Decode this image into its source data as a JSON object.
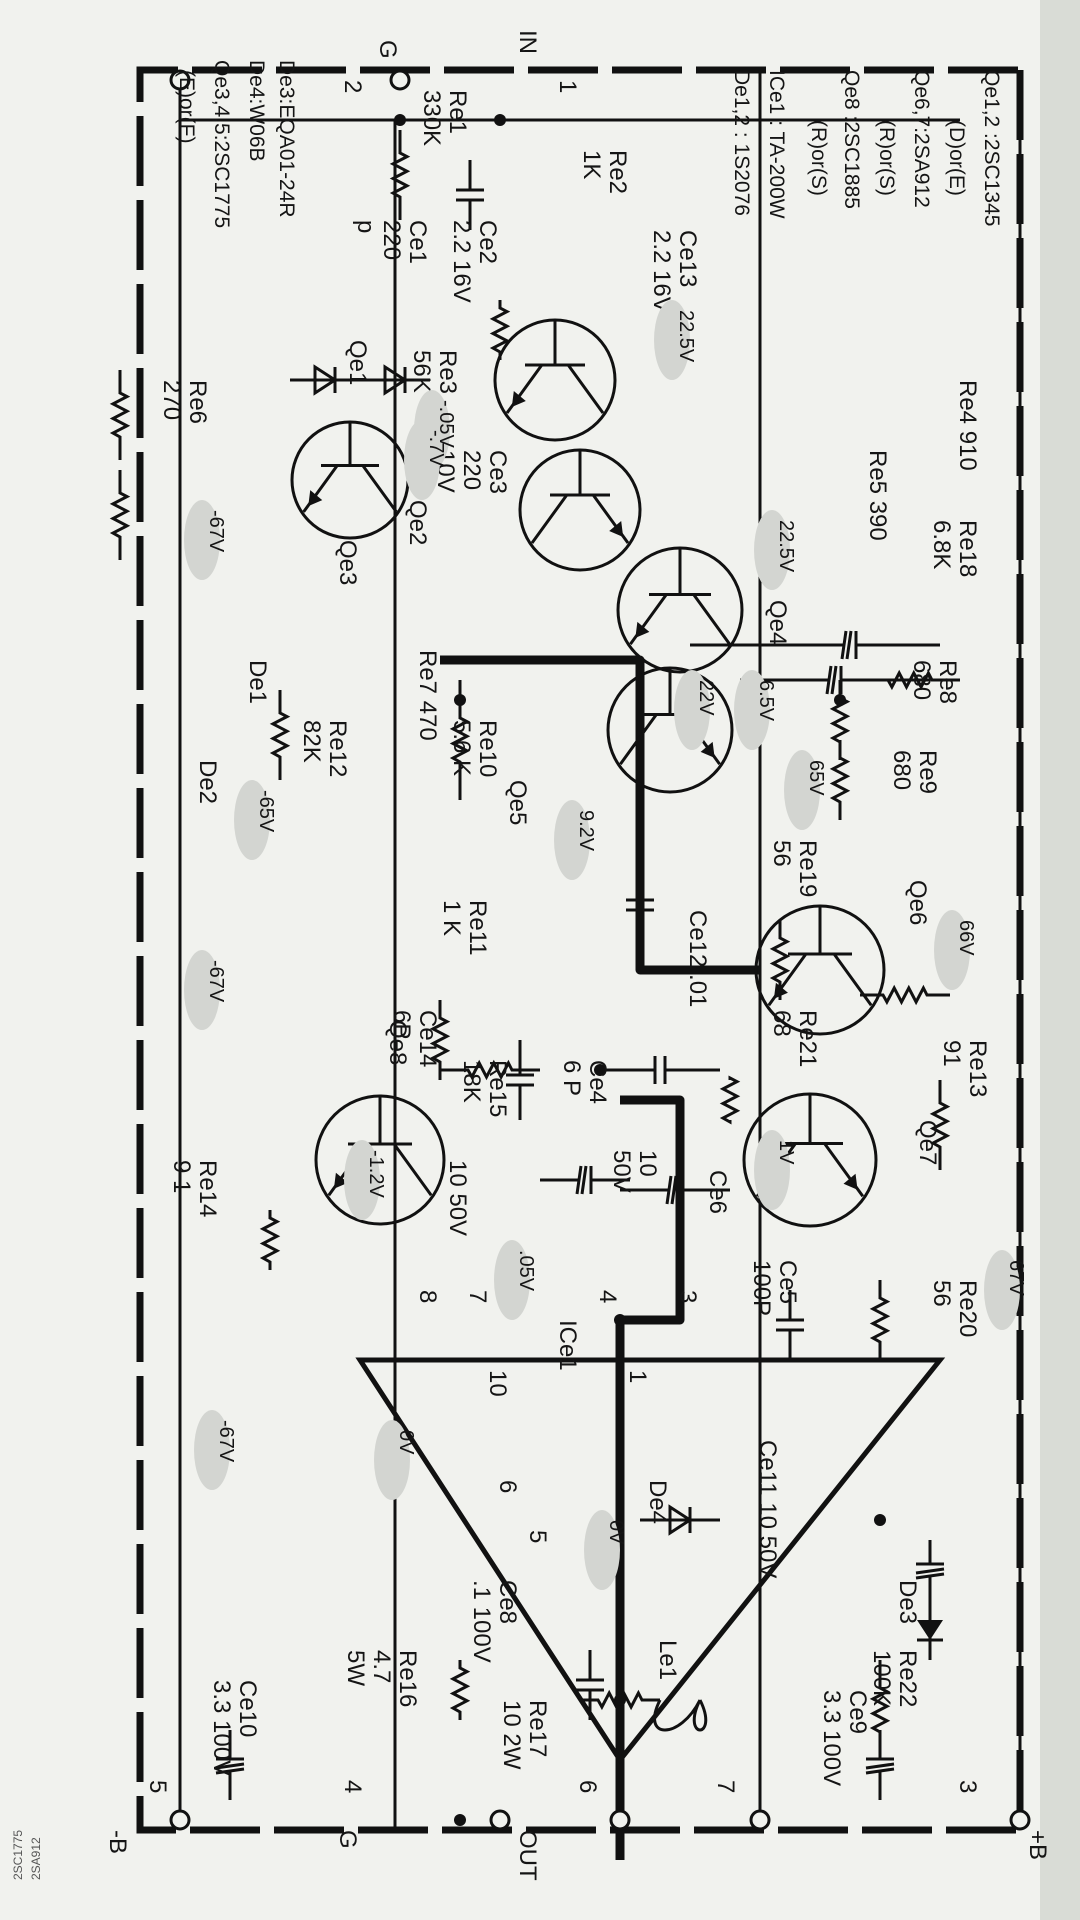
{
  "title": "",
  "notes": [
    "Qe1,2 :2SC1345",
    "(D)or(E)",
    "Qe6,7:2SA912",
    "(R)or(S)",
    "Qe8 :2SC1885",
    "(R)or(S)",
    "ICe1 : TA-200W",
    "De1,2 : 1S2076",
    "De3:EQA01-24R",
    "De4:W06B",
    "Qe3,4,5:2SC1775",
    "(E)or(F)"
  ],
  "corner_text": [
    "2SA912",
    "2SC1775"
  ],
  "terminals": [
    {
      "id": "t_in",
      "num": "1",
      "label": "IN"
    },
    {
      "id": "t_g",
      "num": "2",
      "label": "G"
    },
    {
      "id": "t_pb",
      "num": "3",
      "label": "+B"
    },
    {
      "id": "t_g2",
      "num": "4",
      "label": "G"
    },
    {
      "id": "t_mb",
      "num": "5",
      "label": "-B"
    },
    {
      "id": "t_out",
      "num": "6",
      "label": "OUT"
    },
    {
      "id": "t_7",
      "num": "7",
      "label": ""
    }
  ],
  "components": [
    {
      "id": "Re1",
      "lines": [
        "Re1",
        "330K"
      ]
    },
    {
      "id": "Re2",
      "lines": [
        "Re2",
        "1K"
      ]
    },
    {
      "id": "Ce1",
      "lines": [
        "Ce1",
        "220",
        "p"
      ]
    },
    {
      "id": "Ce2",
      "lines": [
        "Ce2",
        "2.2 16V"
      ]
    },
    {
      "id": "Ce13",
      "lines": [
        "Ce13",
        "2.2 16V"
      ]
    },
    {
      "id": "Re3",
      "lines": [
        "Re3",
        "56K"
      ]
    },
    {
      "id": "Re4",
      "lines": [
        "Re4  910"
      ]
    },
    {
      "id": "Re5",
      "lines": [
        "Re5  390"
      ]
    },
    {
      "id": "Re18",
      "lines": [
        "Re18",
        "6.8K"
      ]
    },
    {
      "id": "Re6",
      "lines": [
        "Re6",
        "270"
      ]
    },
    {
      "id": "Ce3",
      "lines": [
        "Ce3",
        "220",
        "10V"
      ]
    },
    {
      "id": "Re7",
      "lines": [
        "Re7  470"
      ]
    },
    {
      "id": "Re8",
      "lines": [
        "Re8",
        "680"
      ]
    },
    {
      "id": "Re9",
      "lines": [
        "Re9",
        "680"
      ]
    },
    {
      "id": "Re12",
      "lines": [
        "Re12",
        "82K"
      ]
    },
    {
      "id": "Re10",
      "lines": [
        "Re10",
        "5.6 K"
      ]
    },
    {
      "id": "Re19",
      "lines": [
        "Re19",
        "56"
      ]
    },
    {
      "id": "Ce12",
      "lines": [
        "Ce12  .01"
      ]
    },
    {
      "id": "Re11",
      "lines": [
        "Re11",
        "1 K"
      ]
    },
    {
      "id": "Ce14",
      "lines": [
        "Ce14",
        "6P"
      ]
    },
    {
      "id": "Re15",
      "lines": [
        "Re15",
        "18K"
      ]
    },
    {
      "id": "Ce4",
      "lines": [
        "Ce4",
        "6 P"
      ]
    },
    {
      "id": "Re21",
      "lines": [
        "Re21",
        "68"
      ]
    },
    {
      "id": "Re13",
      "lines": [
        "Re13",
        "91"
      ]
    },
    {
      "id": "Re14",
      "lines": [
        "Re14",
        "9 1"
      ]
    },
    {
      "id": "Ce6",
      "lines": [
        "Ce6"
      ]
    },
    {
      "id": "Ce7",
      "lines": [
        "10",
        "50V"
      ]
    },
    {
      "id": "Ce15",
      "lines": [
        "10 50V"
      ]
    },
    {
      "id": "Ce5",
      "lines": [
        "Ce5",
        "100P"
      ]
    },
    {
      "id": "Re20",
      "lines": [
        "Re20",
        "56"
      ]
    },
    {
      "id": "Ce11",
      "lines": [
        "Ce11  10   50V"
      ]
    },
    {
      "id": "De3",
      "lines": [
        "De3"
      ]
    },
    {
      "id": "Re22",
      "lines": [
        "Re22",
        "100K"
      ]
    },
    {
      "id": "Ce9",
      "lines": [
        "Ce9",
        "3.3   100V"
      ]
    },
    {
      "id": "Ce8",
      "lines": [
        "Ce8",
        ".1 100V"
      ]
    },
    {
      "id": "Re16",
      "lines": [
        "Re16",
        "4.7",
        "5W"
      ]
    },
    {
      "id": "Re17",
      "lines": [
        "Re17",
        "10 2W"
      ]
    },
    {
      "id": "Le1",
      "lines": [
        "Le1"
      ]
    },
    {
      "id": "De4",
      "lines": [
        "De4"
      ]
    },
    {
      "id": "Ce10",
      "lines": [
        "Ce10",
        "3.3  100V"
      ]
    },
    {
      "id": "De1",
      "lines": [
        "De1"
      ]
    },
    {
      "id": "De2",
      "lines": [
        "De2"
      ]
    }
  ],
  "transistors": [
    {
      "id": "Qe1",
      "label": "Qe1"
    },
    {
      "id": "Qe2",
      "label": "Qe2"
    },
    {
      "id": "Qe3",
      "label": "Qe3"
    },
    {
      "id": "Qe4",
      "label": "Qe4"
    },
    {
      "id": "Qe5",
      "label": "Qe5"
    },
    {
      "id": "Qe6",
      "label": "Qe6"
    },
    {
      "id": "Qe7",
      "label": "Qe7"
    },
    {
      "id": "Qe8",
      "label": "Qe8"
    }
  ],
  "ic": {
    "label": "ICe1",
    "pins": [
      "8",
      "7",
      "4",
      "3",
      "1",
      "10",
      "6",
      "5"
    ]
  },
  "voltages": [
    {
      "id": "v1",
      "text": "22.5V"
    },
    {
      "id": "v2",
      "text": "-.05V"
    },
    {
      "id": "v3",
      "text": "-.7V"
    },
    {
      "id": "v4",
      "text": "-67V"
    },
    {
      "id": "v5",
      "text": "22.5V"
    },
    {
      "id": "v6",
      "text": "22V"
    },
    {
      "id": "v7",
      "text": "6.5V"
    },
    {
      "id": "v8",
      "text": "65V"
    },
    {
      "id": "v9",
      "text": "-65V"
    },
    {
      "id": "v10",
      "text": "9.2V"
    },
    {
      "id": "v11",
      "text": "66V"
    },
    {
      "id": "v12",
      "text": "-67V"
    },
    {
      "id": "v13",
      "text": "-1.2V"
    },
    {
      "id": "v14",
      "text": "1V"
    },
    {
      "id": "v15",
      "text": ".05V"
    },
    {
      "id": "v16",
      "text": "67V"
    },
    {
      "id": "v17",
      "text": "-67V"
    },
    {
      "id": "v18",
      "text": "0V"
    },
    {
      "id": "v19",
      "text": "0V"
    }
  ]
}
